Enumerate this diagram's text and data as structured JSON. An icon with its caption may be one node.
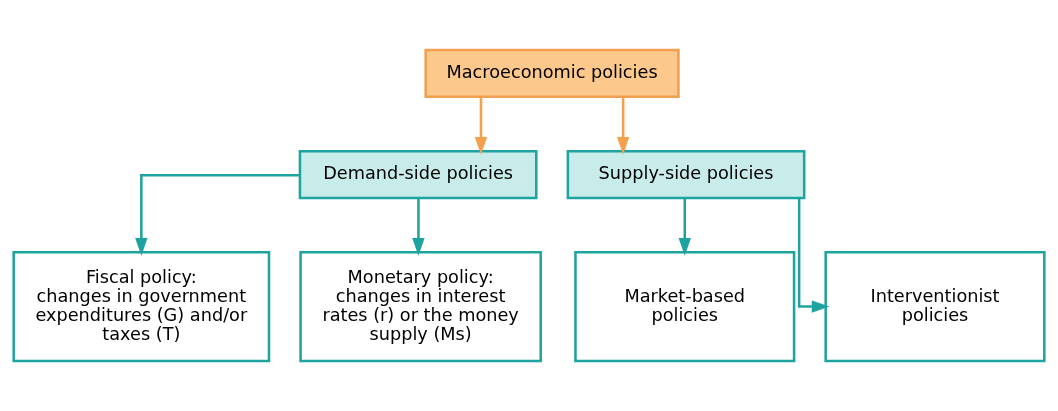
{
  "diagram": {
    "nodes": [
      {
        "text": [
          "Macroeconomic policies"
        ]
      },
      {
        "text": [
          "Demand-side policies"
        ]
      },
      {
        "text": [
          "Supply-side policies"
        ]
      },
      {
        "text": [
          "Fiscal policy:",
          "changes in government expenditures (G) and/or taxes (T)"
        ]
      },
      {
        "text": [
          "Monetary policy:",
          "changes in interest rates (r) or the money supply (Ms)"
        ]
      },
      {
        "text": [
          "Market-based policies"
        ]
      },
      {
        "text": [
          "Interventionist policies"
        ]
      }
    ],
    "edges": [
      {
        "from": 0,
        "to": 1,
        "arrow": "to",
        "color": "#f5a04a"
      },
      {
        "from": 0,
        "to": 2,
        "arrow": "to",
        "color": "#f5a04a"
      },
      {
        "from": 1,
        "to": 3,
        "arrow": "to"
      },
      {
        "from": 1,
        "to": 4,
        "arrow": "to"
      },
      {
        "from": 2,
        "to": 5,
        "arrow": "to"
      },
      {
        "from": 2,
        "to": 6,
        "arrow": "to"
      }
    ]
  }
}
